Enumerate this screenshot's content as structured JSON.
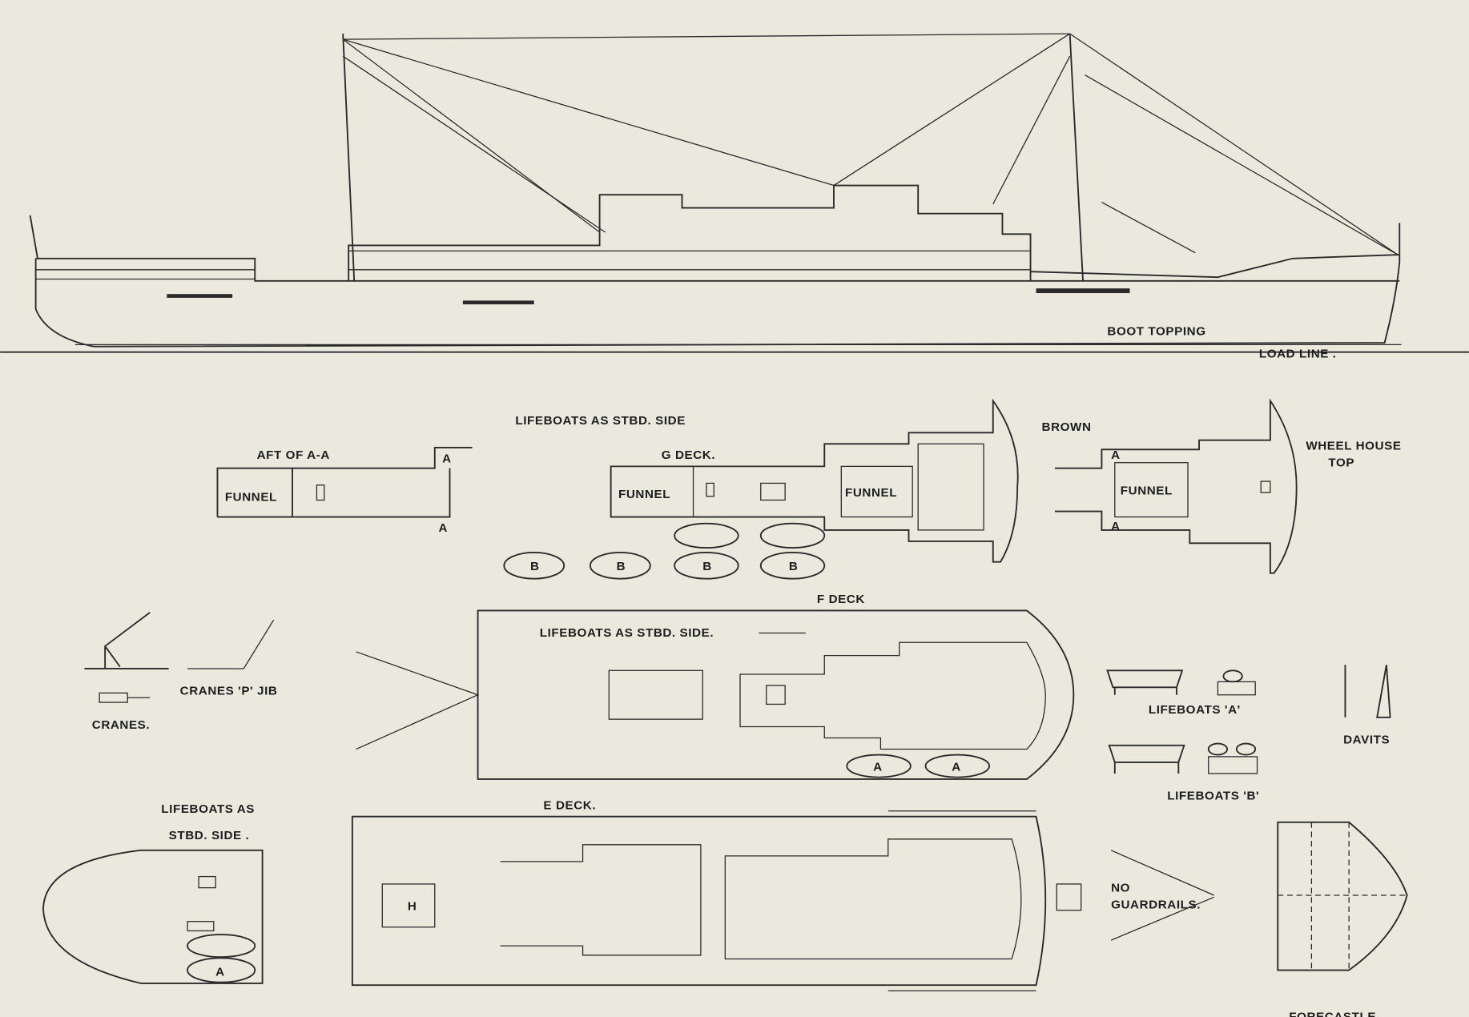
{
  "profile": {
    "boot_topping": "BOOT TOPPING",
    "load_line": "LOAD LINE ."
  },
  "aft_section": {
    "title": "AFT OF A-A",
    "funnel": "FUNNEL",
    "marker_a": "A"
  },
  "g_deck": {
    "note": "LIFEBOATS AS STBD. SIDE",
    "title": "G DECK.",
    "funnel_1": "FUNNEL",
    "funnel_2": "FUNNEL",
    "brown": "BROWN",
    "boat": "B"
  },
  "wheelhouse": {
    "title_1": "WHEEL HOUSE",
    "title_2": "TOP",
    "funnel": "FUNNEL",
    "marker_a": "A"
  },
  "f_deck": {
    "title": "F DECK",
    "note": "LIFEBOATS AS STBD. SIDE.",
    "boat": "A"
  },
  "cranes": {
    "jib": "CRANES 'P' JIB",
    "title": "CRANES."
  },
  "lifeboats": {
    "a": "LIFEBOATS 'A'",
    "b": "LIFEBOATS 'B'",
    "davits": "DAVITS"
  },
  "stern_plan": {
    "note_1": "LIFEBOATS AS",
    "note_2": "STBD. SIDE .",
    "boat": "A"
  },
  "e_deck": {
    "title": "E DECK.",
    "hatch": "H",
    "no_guardrails_1": "NO",
    "no_guardrails_2": "GUARDRAILS."
  },
  "forecastle": {
    "title": "FORECASTLE"
  }
}
